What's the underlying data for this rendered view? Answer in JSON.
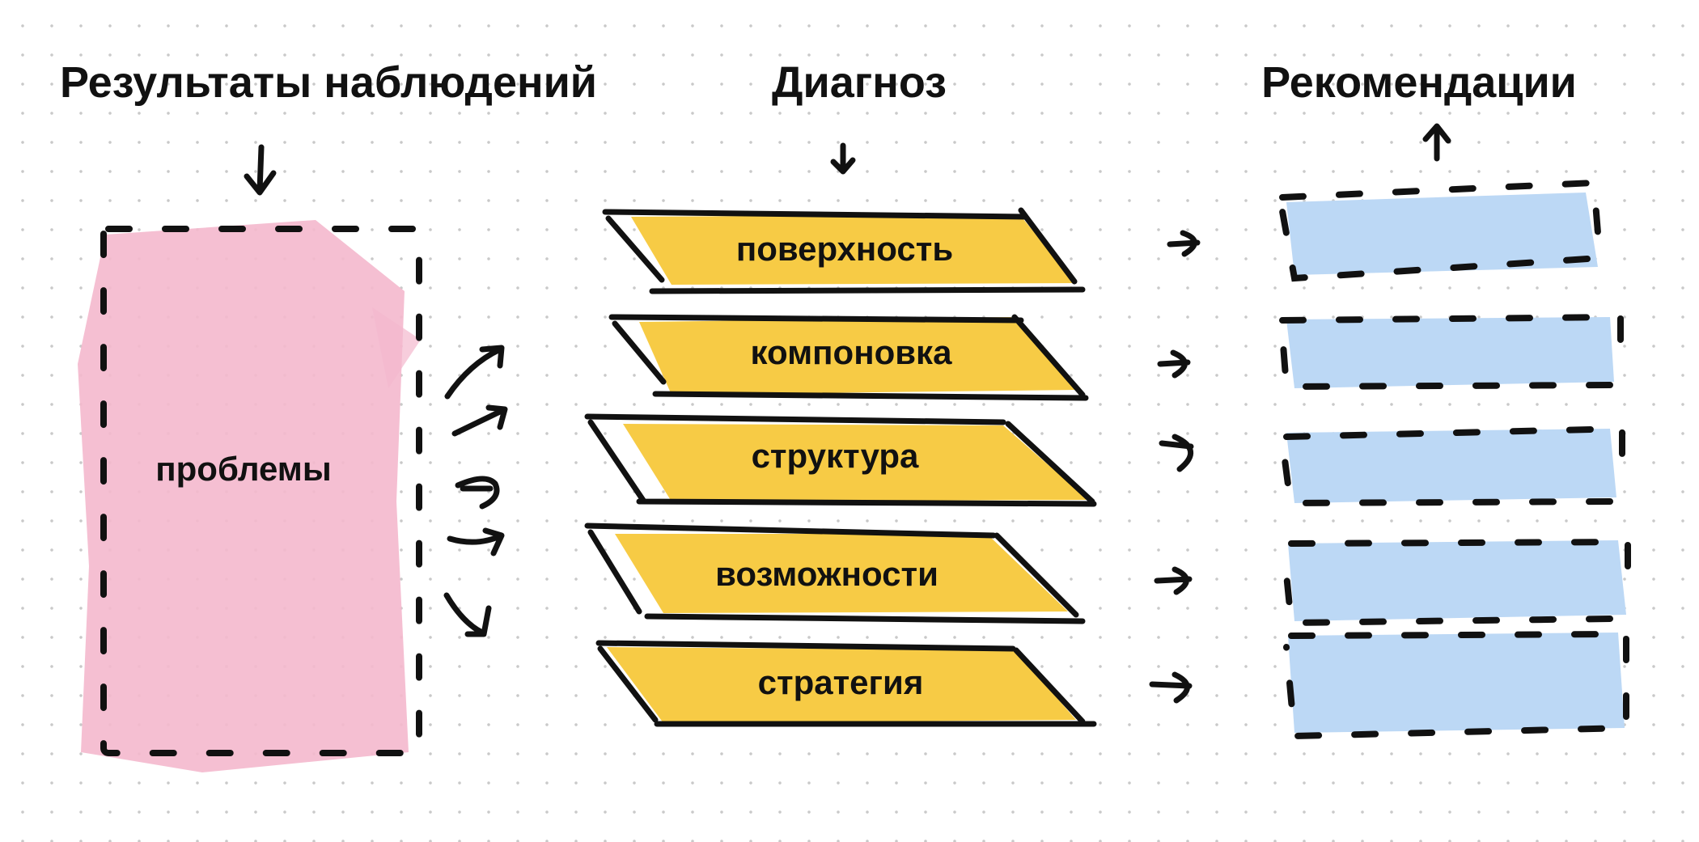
{
  "columns": {
    "observations": {
      "title": "Результаты наблюдений",
      "box_label": "проблемы"
    },
    "diagnosis": {
      "title": "Диагноз",
      "layers": [
        "поверхность",
        "компоновка",
        "структура",
        "возможности",
        "стратегия"
      ]
    },
    "recommendations": {
      "title": "Рекомендации"
    }
  },
  "colors": {
    "pink": "#f4b8cd",
    "yellow": "#f7cb45",
    "blue": "#bcd8f5",
    "ink": "#111111"
  }
}
